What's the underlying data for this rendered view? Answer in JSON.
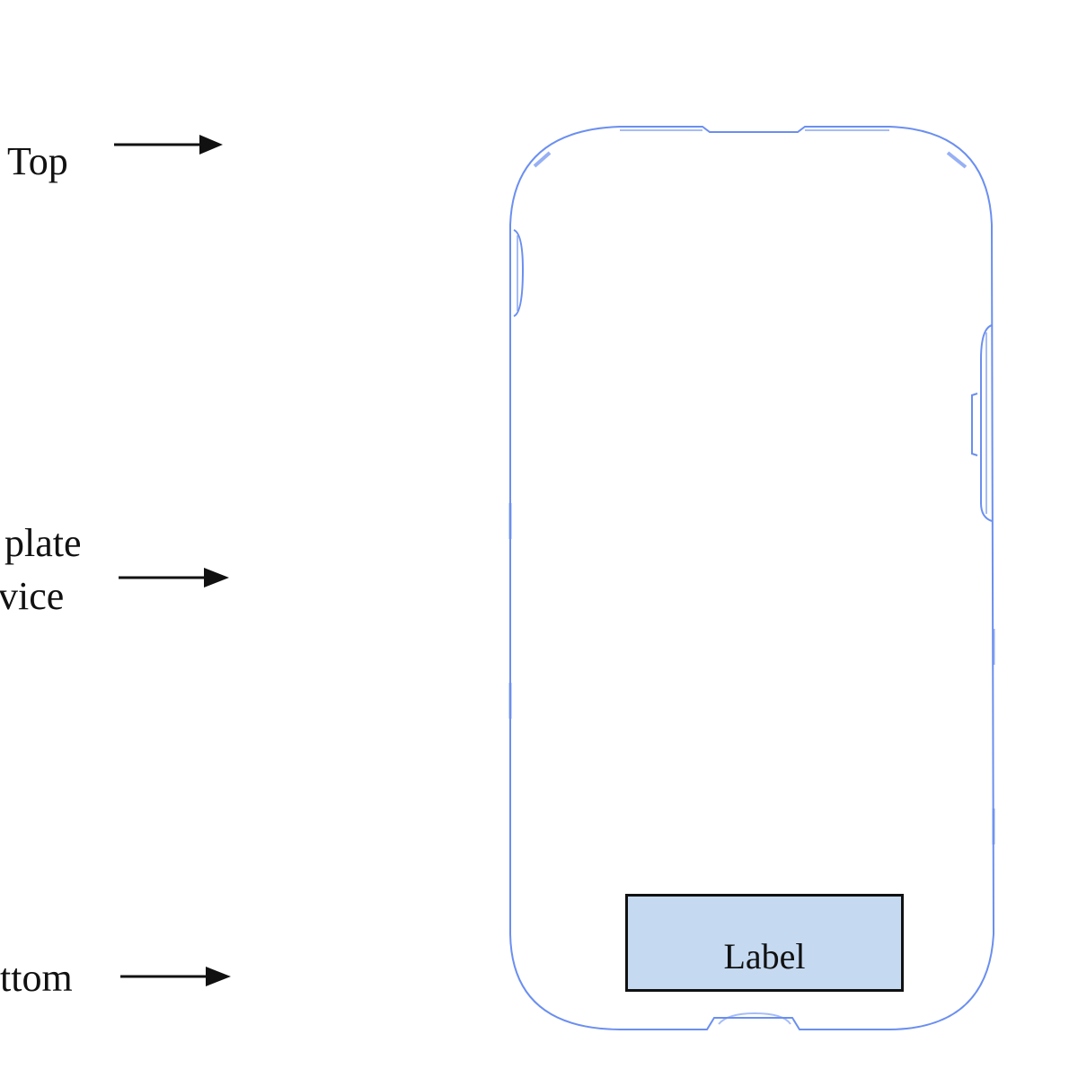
{
  "annotations": {
    "top": "Top",
    "middle_line1": "plate",
    "middle_line2": "vice",
    "bottom": "ttom"
  },
  "device": {
    "label": "Label",
    "outline_color": "#6b8ff0",
    "label_fill": "#c5d9f1"
  }
}
